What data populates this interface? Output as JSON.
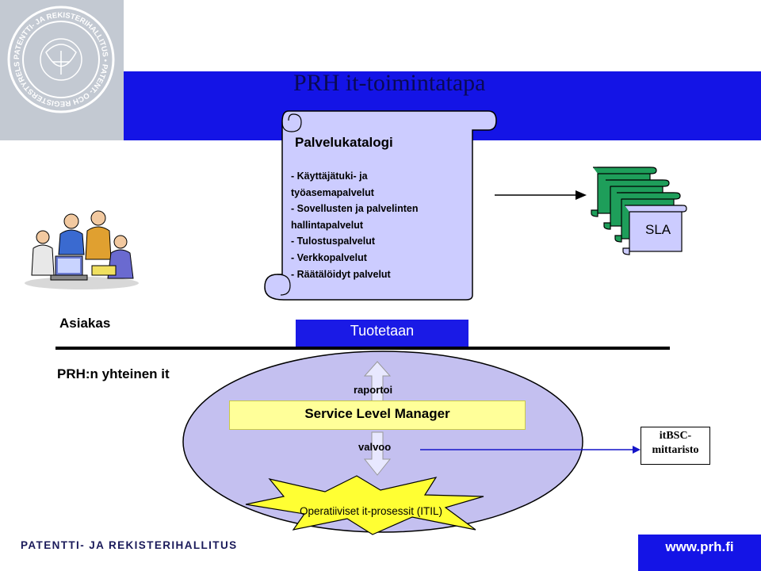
{
  "header": {
    "title": "PRH it-toimintatapa",
    "logo_text": "PATENTTI- JA REKISTERIHALLITUS • PATENT- OCH REGISTERSTYRELSEN"
  },
  "catalog": {
    "title": "Palvelukatalogi",
    "items": [
      "- Käyttäjätuki- ja",
      "työasemapalvelut",
      "- Sovellusten ja palvelinten",
      "hallintapalvelut",
      "- Tulostuspalvelut",
      "- Verkkopalvelut",
      "- Räätälöidyt palvelut"
    ]
  },
  "sla": {
    "label": "SLA"
  },
  "customer": {
    "label": "Asiakas"
  },
  "produced": {
    "label": "Tuotetaan"
  },
  "it_org": {
    "label": "PRH:n yhteinen it"
  },
  "slm": {
    "label": "Service Level Manager",
    "reports_label": "raportoi",
    "monitors_label": "valvoo"
  },
  "itbsc": {
    "line1": "itBSC-",
    "line2": "mittaristo"
  },
  "processes": {
    "label": "Operatiiviset it-prosessit (ITIL)"
  },
  "footer": {
    "org_name": "PATENTTI- JA REKISTERIHALLITUS",
    "url": "www.prh.fi"
  },
  "colors": {
    "title_band": "#1414e6",
    "scroll_fill": "#ccccff",
    "ellipse_fill": "#c4c0f0",
    "sla_fill": "#1e9e5a",
    "slm_fill": "#ffff99",
    "burst_fill": "#ffff33"
  }
}
